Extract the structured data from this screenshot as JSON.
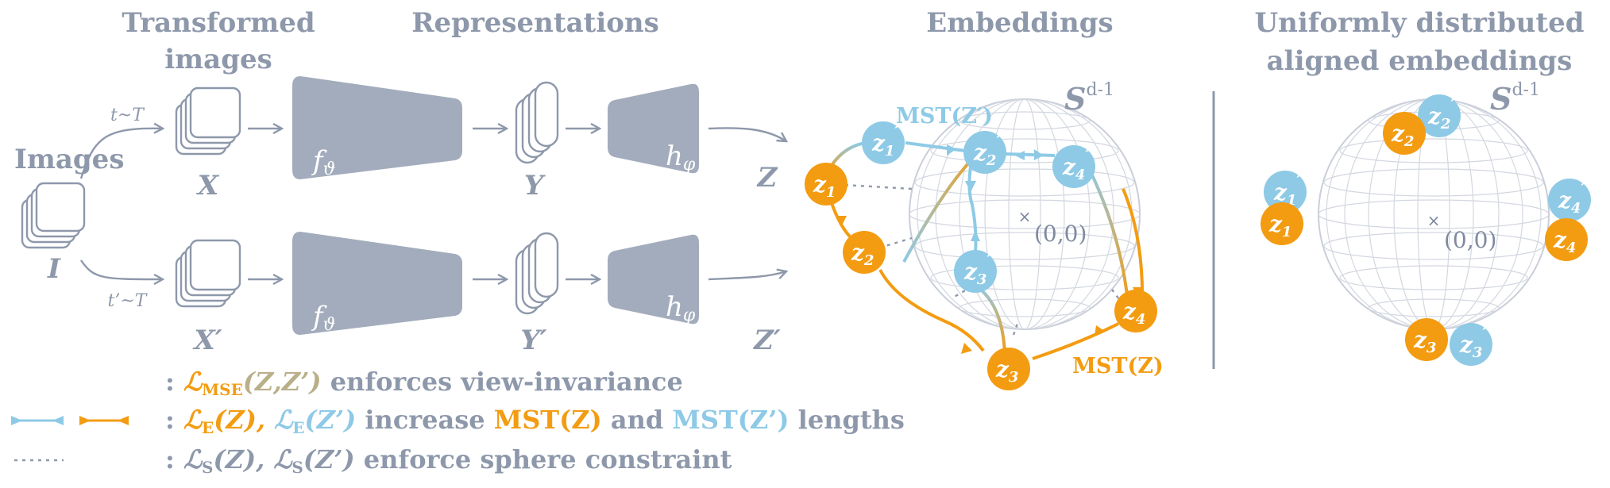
{
  "colors": {
    "gray": "#8e98ab",
    "block": "#a3acbc",
    "orange": "#f39c12",
    "blue": "#8ecae6",
    "wire": "#c9ced9"
  },
  "titles": {
    "transformed": [
      "Transformed",
      "images"
    ],
    "representations": "Representations",
    "embeddings": "Embeddings",
    "uniform": [
      "Uniformly distributed",
      "aligned embeddings"
    ]
  },
  "pipeline": {
    "images_label": "Images",
    "I": "I",
    "X": "X",
    "X_prime": "X′",
    "Y": "Y",
    "Y_prime": "Y′",
    "Z": "Z",
    "Z_prime": "Z′",
    "t": "t~T",
    "t_prime": "t’~T",
    "encoder": "f",
    "encoder_sub": "ϑ",
    "projector": "h",
    "projector_sub": "φ"
  },
  "sphere": {
    "label": "S",
    "exponent": "d-1",
    "origin": "(0,0)",
    "mst_z_prime": "MST(Z′)",
    "mst_z": "MST(Z)"
  },
  "nodes": {
    "z": [
      "z",
      "z",
      "z",
      "z"
    ],
    "subs": [
      "1",
      "2",
      "3",
      "4"
    ],
    "prime": "′"
  },
  "legend": [
    {
      "prefix": ":",
      "loss": "ℒ",
      "sub": "MSE",
      "args": "(Z,Z’)",
      "text": " enforces view-invariance"
    },
    {
      "prefix": ":",
      "a": "ℒ",
      "a_sub": "E",
      "a_args": "(Z),",
      "b": "ℒ",
      "b_sub": "E",
      "b_args": "(Z’)",
      "text1": "increase ",
      "mst1": "MST(Z)",
      "text2": " and ",
      "mst2": "MST(Z’)",
      "text3": " lengths"
    },
    {
      "prefix": ":",
      "a": "ℒ",
      "a_sub": "S",
      "a_args": "(Z),",
      "b": "ℒ",
      "b_sub": "S",
      "b_args": "(Z’)",
      "text": " enforce sphere constraint"
    }
  ]
}
